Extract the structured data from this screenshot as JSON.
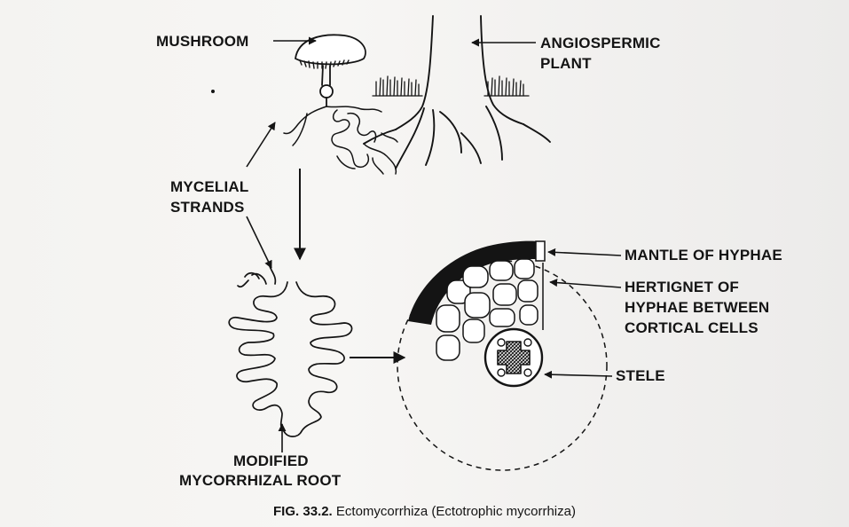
{
  "labels": {
    "mushroom": "MUSHROOM",
    "angiospermic": [
      "ANGIOSPERMIC",
      "PLANT"
    ],
    "mycelial": [
      "MYCELIAL",
      "STRANDS"
    ],
    "mantle": "MANTLE OF HYPHAE",
    "hertignet": [
      "HERTIGNET OF",
      "HYPHAE BETWEEN",
      "CORTICAL CELLS"
    ],
    "stele": "STELE",
    "modified": [
      "MODIFIED",
      "MYCORRHIZAL ROOT"
    ]
  },
  "caption": {
    "number": "FIG. 33.2.",
    "text": "Ectomycorrhiza (Ectotrophic mycorrhiza)"
  },
  "colors": {
    "ink": "#141414",
    "paper": "#f4f3f1",
    "bleed_through": "#d6d4d1"
  },
  "icons": {
    "arrow": "arrow-head",
    "mushroom": "mushroom-drawing",
    "root": "mycorrhizal-root-drawing",
    "section": "root-cross-section-drawing"
  }
}
